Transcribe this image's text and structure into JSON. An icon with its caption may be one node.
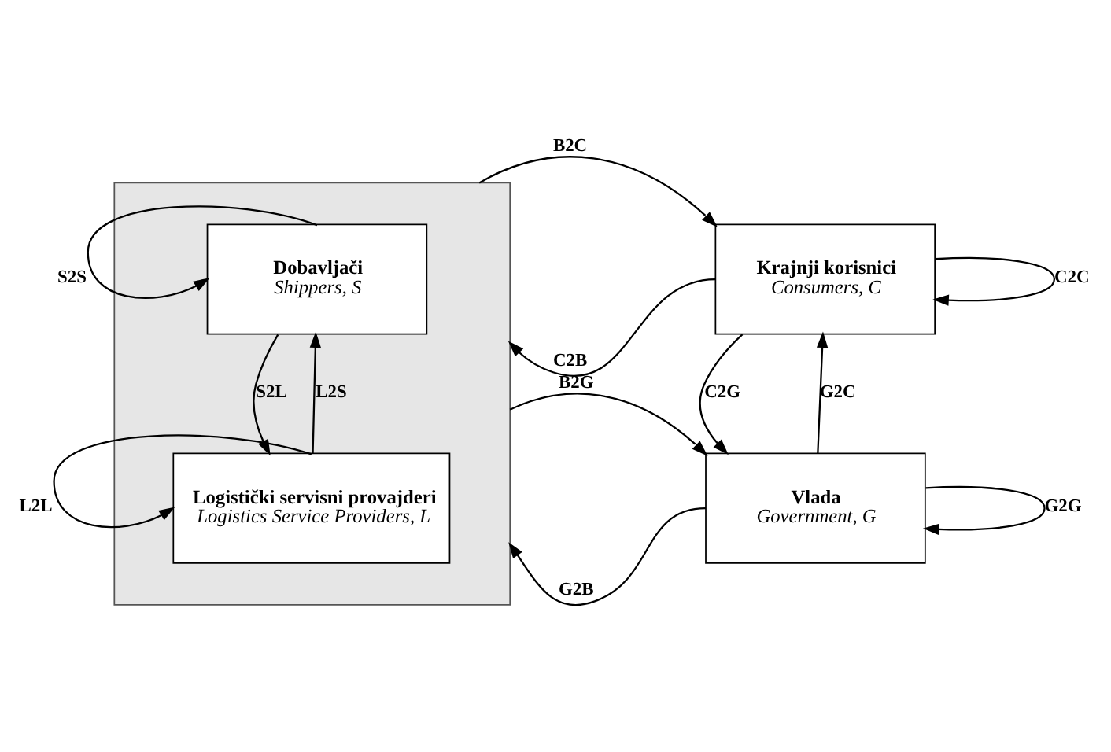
{
  "diagram": {
    "nodes": [
      {
        "text": [],
        "shape": "box"
      },
      {
        "text": [
          "Dobavljači",
          "Shippers, S"
        ],
        "in": 0
      },
      {
        "text": [
          "Logistički servisni provajderi",
          "Logistics Service Providers, L"
        ],
        "in": 0
      },
      {
        "text": [
          "Krajnji korisnici",
          "Consumers, C"
        ]
      },
      {
        "text": [
          "Vlada",
          "Government, G"
        ]
      }
    ],
    "edges": [
      {
        "from": 1,
        "to": 1,
        "arrow": "to",
        "label": "S2S"
      },
      {
        "from": 0,
        "to": 3,
        "arrow": "to",
        "label": "B2C"
      },
      {
        "from": 3,
        "to": 0,
        "arrow": "to",
        "label": "C2B"
      },
      {
        "from": 3,
        "to": 3,
        "arrow": "to",
        "label": "C2C"
      },
      {
        "from": 1,
        "to": 2,
        "arrow": "to",
        "label": "S2L"
      },
      {
        "from": 2,
        "to": 1,
        "arrow": "to",
        "label": "L2S"
      },
      {
        "from": 3,
        "to": 4,
        "arrow": "to",
        "label": "C2G"
      },
      {
        "from": 4,
        "to": 3,
        "arrow": "to",
        "label": "G2C"
      },
      {
        "from": 0,
        "to": 4,
        "arrow": "to",
        "label": "B2G"
      },
      {
        "from": 4,
        "to": 0,
        "arrow": "to",
        "label": "G2B"
      },
      {
        "from": 2,
        "to": 2,
        "arrow": "to",
        "label": "L2L"
      },
      {
        "from": 4,
        "to": 4,
        "arrow": "to",
        "label": "G2G"
      }
    ]
  }
}
